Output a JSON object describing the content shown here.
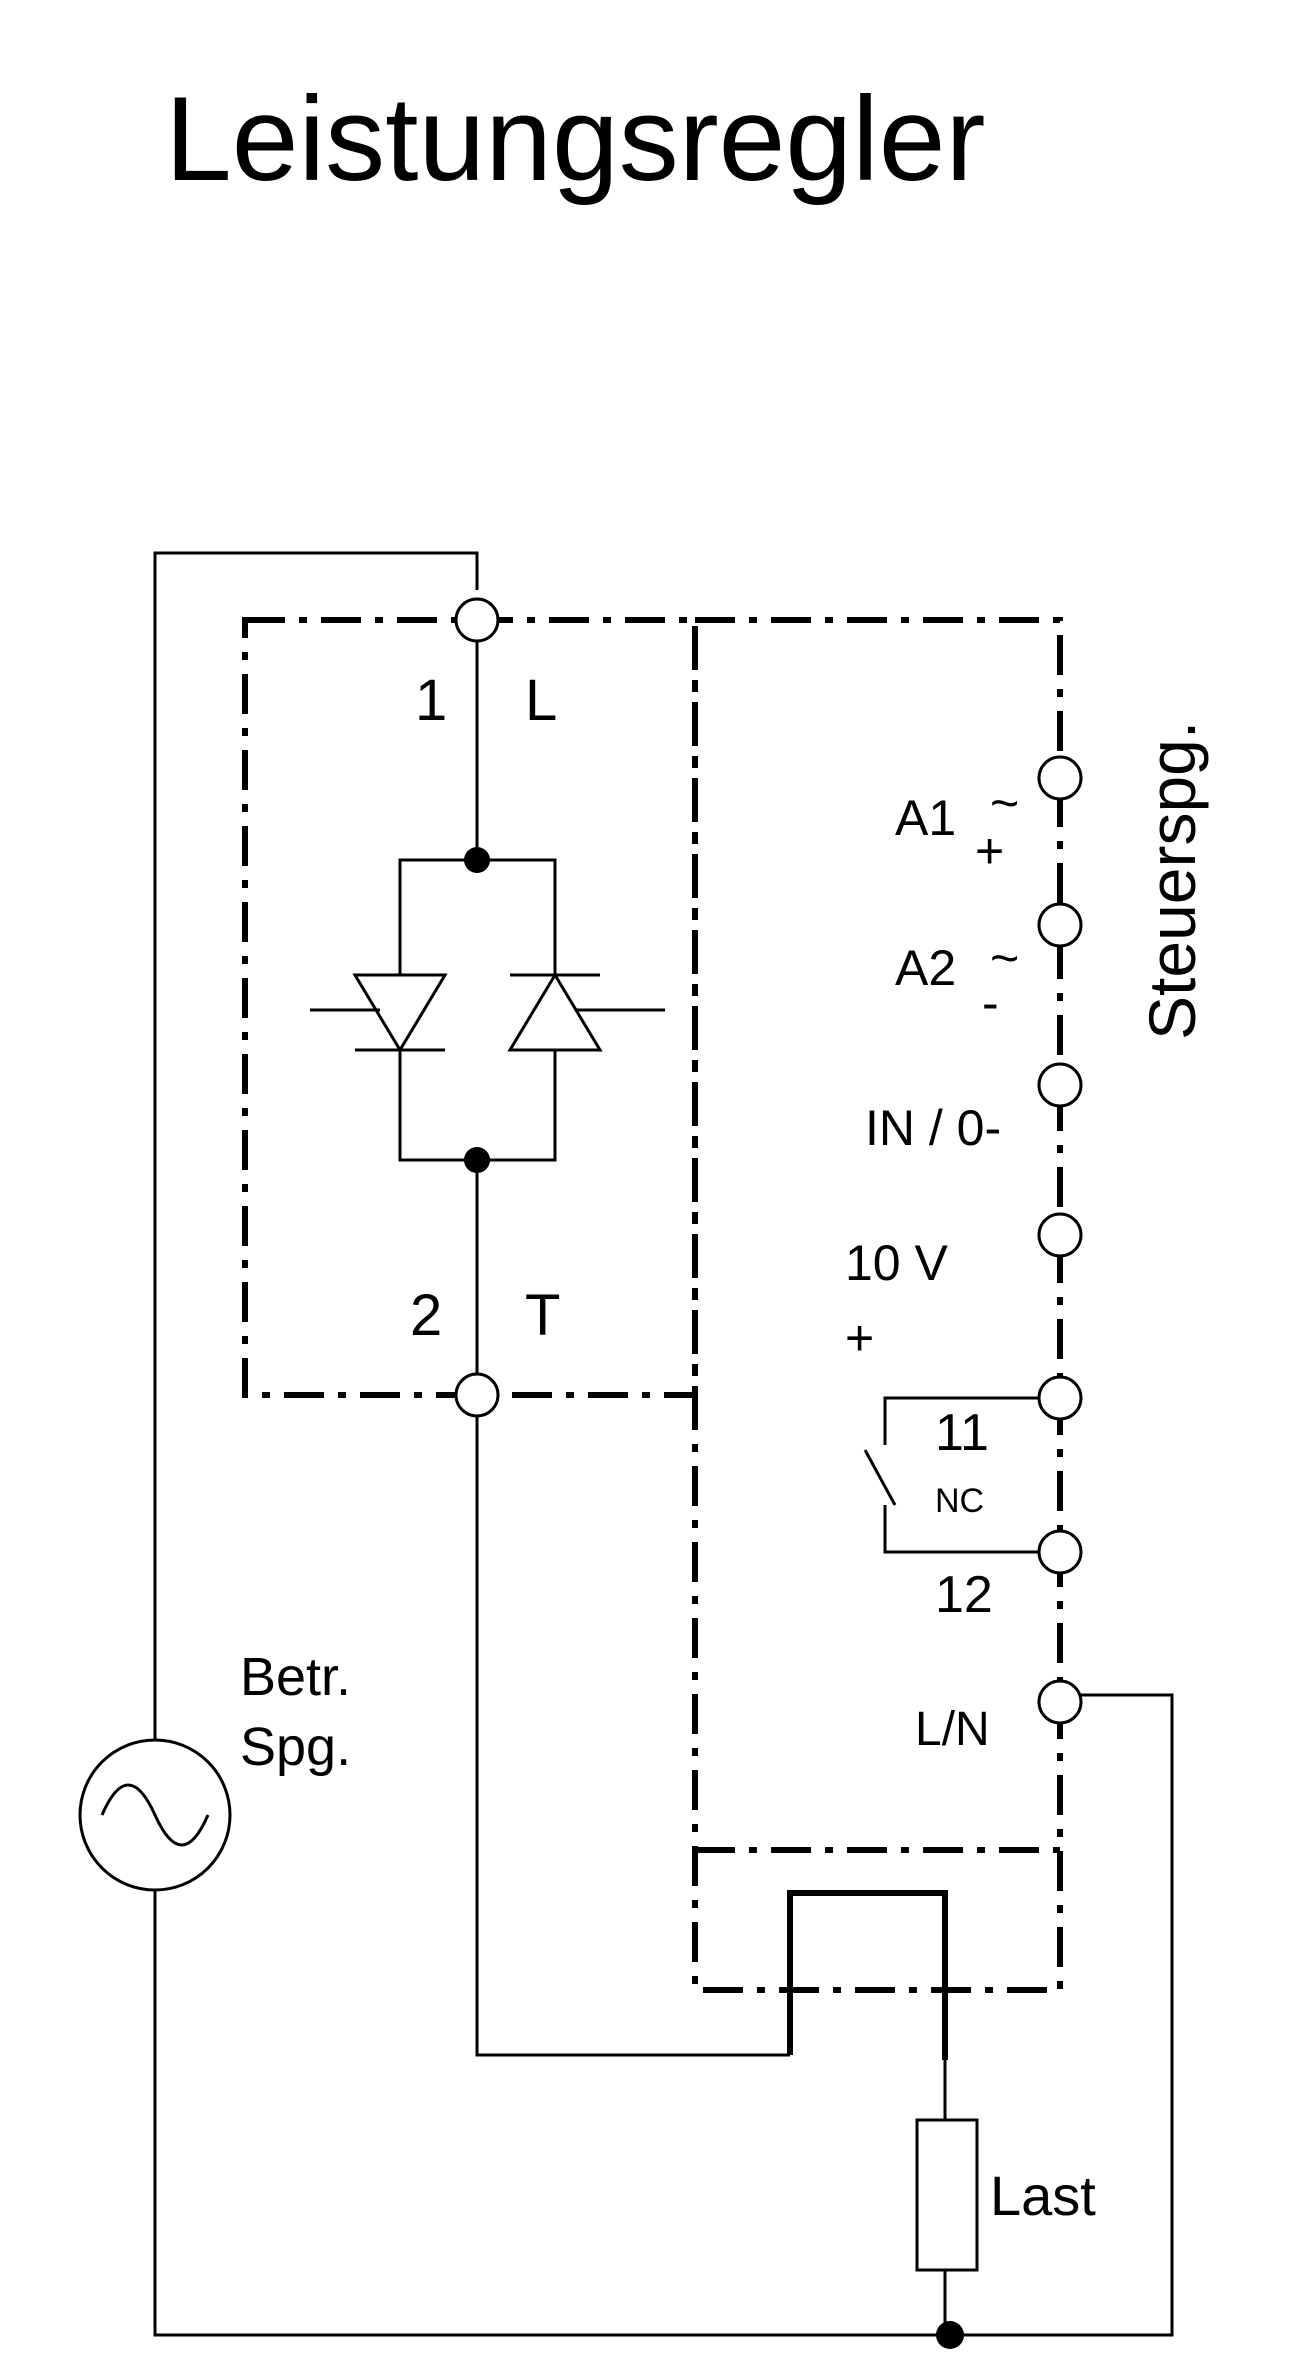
{
  "title": "Leistungsregler",
  "labels": {
    "terminal_1_number": "1",
    "terminal_1_name": "L",
    "terminal_2_number": "2",
    "terminal_2_name": "T",
    "control_voltage": "Steuerspg.",
    "a1": "A1",
    "a1_ac": "~",
    "a1_polarity": "+",
    "a2": "A2",
    "a2_ac": "~",
    "a2_polarity": "-",
    "input": "IN / 0-",
    "ten_volt": "10 V",
    "ten_volt_polarity": "+",
    "contact_11": "11",
    "contact_nc": "NC",
    "contact_12": "12",
    "ln": "L/N",
    "supply_line1": "Betr.",
    "supply_line2": "Spg.",
    "load": "Last"
  }
}
